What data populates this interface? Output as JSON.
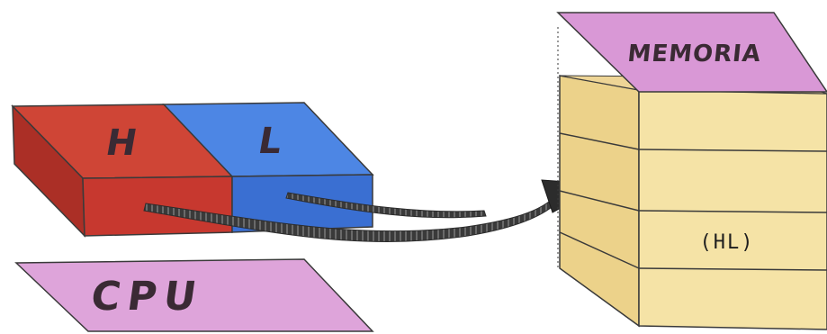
{
  "diagram": {
    "cpu": {
      "label": "CPU",
      "register_high": "H",
      "register_low": "L"
    },
    "memory": {
      "label": "MEMORIA",
      "cell_label": "(HL)"
    },
    "colors": {
      "register_high": "#d64637",
      "register_low": "#4d86e4",
      "cpu_plate": "#dea4da",
      "memory_plate": "#d998d6",
      "memory_stack": "#f5e3a6",
      "arrow": "#2c2c2c"
    }
  }
}
